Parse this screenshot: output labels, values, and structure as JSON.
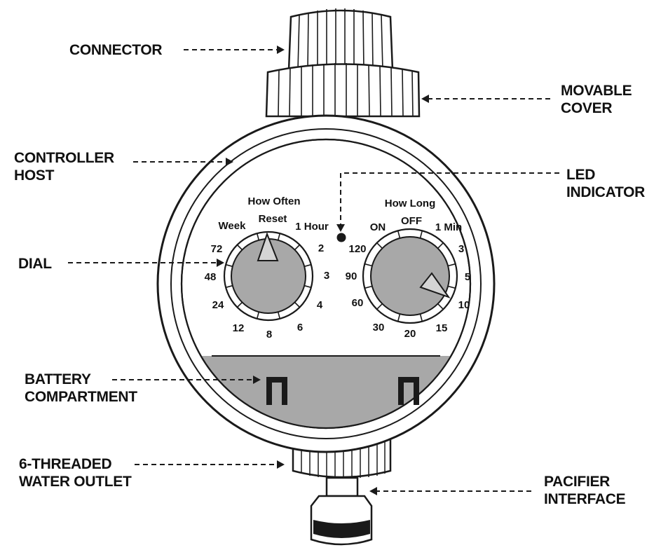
{
  "callouts": {
    "connector": "CONNECTOR",
    "movable_cover": "MOVABLE\nCOVER",
    "controller_host": "CONTROLLER\nHOST",
    "led_indicator": "LED\nINDICATOR",
    "dial": "DIAL",
    "battery_compartment": "BATTERY\nCOMPARTMENT",
    "water_outlet": "6-THREADED\nWATER OUTLET",
    "pacifier_interface": "PACIFIER\nINTERFACE"
  },
  "left_dial": {
    "title": "How Often",
    "marks": {
      "reset": "Reset",
      "week": "Week",
      "one_hour": "1 Hour",
      "h72": "72",
      "h48": "48",
      "h24": "24",
      "h12": "12",
      "h8": "8",
      "h6": "6",
      "h4": "4",
      "h3": "3",
      "h2": "2"
    }
  },
  "right_dial": {
    "title": "How Long",
    "marks": {
      "on": "ON",
      "off": "OFF",
      "one_min": "1 Min",
      "m3": "3",
      "m5": "5",
      "m10": "10",
      "m15": "15",
      "m20": "20",
      "m30": "30",
      "m60": "60",
      "m90": "90",
      "m120": "120"
    }
  },
  "colors": {
    "outline": "#1a1a1a",
    "dial_fill": "#a8a8a8",
    "battery_band": "#a8a8a8",
    "knob_shade": "#d4d4d4",
    "background": "#ffffff"
  }
}
